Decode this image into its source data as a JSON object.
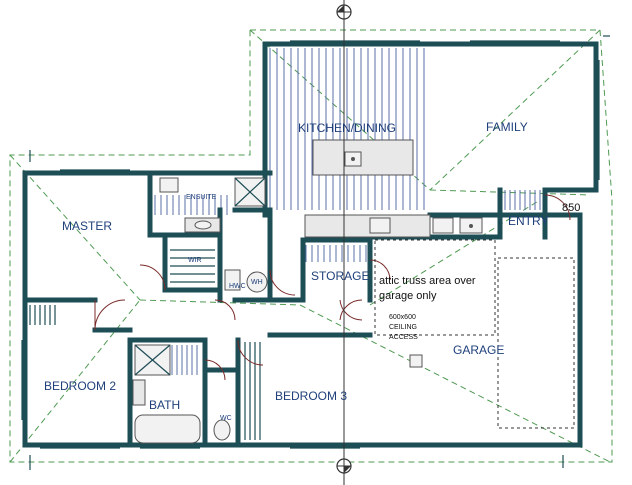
{
  "rooms": {
    "kitchen_dining": "KITCHEN/DINING",
    "family": "FAMILY",
    "master": "MASTER",
    "ensuite": "ENSUITE",
    "wir": "WIR",
    "hwc": "HWC",
    "wh": "WH",
    "storage": "STORAGE",
    "entry": "ENTRY",
    "garage": "GARAGE",
    "bedroom2": "BEDROOM 2",
    "bath": "BATH",
    "wc": "WC",
    "bedroom3": "BEDROOM 3"
  },
  "notes": {
    "attic_line1": "attic truss area over",
    "attic_line2": "garage only",
    "access_line1": "600x600",
    "access_line2": "CEILING",
    "access_line3": "ACCESS"
  },
  "dimensions": {
    "entry_width": "850"
  },
  "colors": {
    "wall": "#1d4d55",
    "roof_line": "#4f9a52",
    "room_label": "#1f3f7a",
    "floor_hatch": "#5a6fa8"
  },
  "icons": {
    "section_marker_top": "crosshair-circle",
    "section_marker_bottom": "crosshair-circle"
  }
}
